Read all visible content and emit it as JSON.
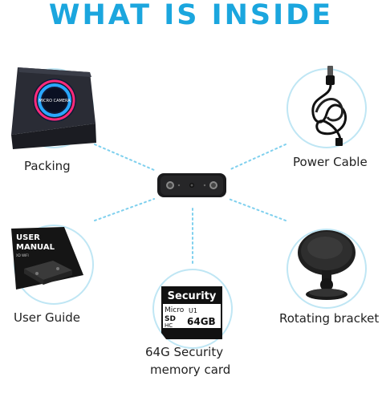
{
  "title": "WHAT IS INSIDE",
  "colors": {
    "accent": "#1ba6de",
    "circle": "#bfe6f4",
    "dots": "#7fd0ee"
  },
  "items": [
    {
      "label": "Packing",
      "box_text": "MICRO CAMERA"
    },
    {
      "label": "Power Cable"
    },
    {
      "label": "User Guide",
      "manual_title_1": "USER",
      "manual_title_2": "MANUAL",
      "manual_sub": "XD WIFI"
    },
    {
      "label": "Rotating bracket"
    },
    {
      "label_line1": "64G Security",
      "label_line2": "memory card",
      "card_brand": "Security",
      "card_micro": "Micro",
      "card_sd": "SD",
      "card_hc": "HC",
      "card_u1": "U1",
      "card_size": "64GB"
    }
  ]
}
